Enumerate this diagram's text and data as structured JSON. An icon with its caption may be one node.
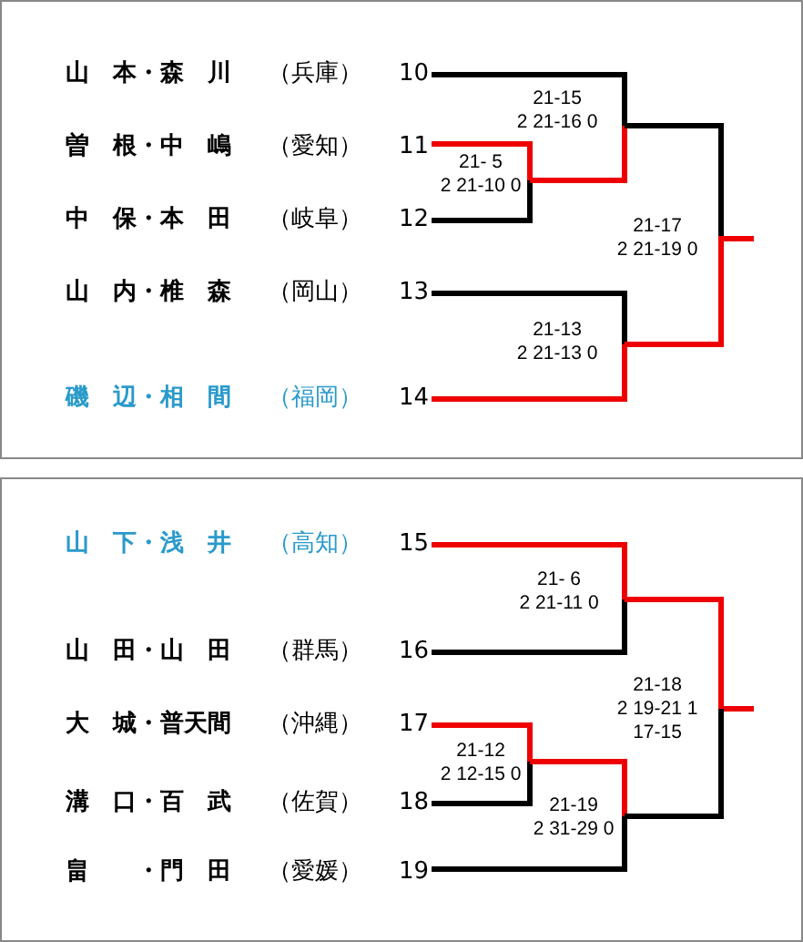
{
  "diagram": {
    "nodes": [
      {
        "text": [],
        "shape": "box"
      },
      {
        "text": [
          "山　本・森　川",
          "（兵庫）",
          "10"
        ],
        "in": 0
      },
      {
        "text": [
          "曽　根・中　嶋",
          "（愛知）",
          "11"
        ],
        "in": 0
      },
      {
        "text": [
          "中　保・本　田",
          "（岐阜）",
          "12"
        ],
        "in": 0
      },
      {
        "text": [
          "山　内・椎　森",
          "（岡山）",
          "13"
        ],
        "in": 0
      },
      {
        "text": [
          "磯　辺・相　間",
          "（福岡）",
          "14"
        ],
        "in": 0
      },
      {
        "text": [],
        "shape": "box"
      },
      {
        "text": [
          "山　下・浅　井",
          "（高知）",
          "15"
        ],
        "in": 6
      },
      {
        "text": [
          "山　田・山　田",
          "（群馬）",
          "16"
        ],
        "in": 6
      },
      {
        "text": [
          "大　城・普天間",
          "（沖縄）",
          "17"
        ],
        "in": 6
      },
      {
        "text": [
          "溝　口・百　武",
          "（佐賀）",
          "18"
        ],
        "in": 6
      },
      {
        "text": [
          "畠　　・門　田",
          "（愛媛）",
          "19"
        ],
        "in": 6
      }
    ],
    "labels": [
      "21-15",
      "2 21-16 0",
      "21- 5",
      "2 21-10 0",
      "21-17",
      "2 21-19 0",
      "21-13",
      "2 21-13 0",
      "21- 6",
      "2 21-11 0",
      "21-18",
      "2 19-21 1",
      "17-15",
      "21-12",
      "2 12-15 0",
      "21-19",
      "2 31-29 0"
    ]
  }
}
